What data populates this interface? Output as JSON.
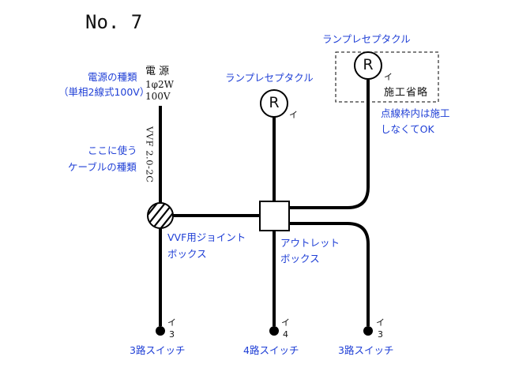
{
  "title": "No. 7",
  "power": {
    "label": "電 源",
    "spec_phase": "1φ2W",
    "spec_voltage": "100V",
    "note_type": "電源の種類",
    "note_detail": "（単相2線式100V）"
  },
  "cable": {
    "label": "VVF 2.0-2C",
    "note_line1": "ここに使う",
    "note_line2": "ケーブルの種類"
  },
  "lamp_left": {
    "caption": "ランプレセプタクル",
    "symbol": "R",
    "tag": "イ"
  },
  "lamp_right": {
    "caption": "ランプレセプタクル",
    "symbol": "R",
    "tag": "イ",
    "omit_label": "施工省略",
    "note_line1": "点線枠内は施工",
    "note_line2": "しなくてOK"
  },
  "joint_box": {
    "label_line1": "VVF用ジョイント",
    "label_line2": "ボックス"
  },
  "outlet_box": {
    "label_line1": "アウトレット",
    "label_line2": "ボックス"
  },
  "switches": [
    {
      "tag": "イ",
      "number": "3",
      "caption": "3路スイッチ"
    },
    {
      "tag": "イ",
      "number": "4",
      "caption": "4路スイッチ"
    },
    {
      "tag": "イ",
      "number": "3",
      "caption": "3路スイッチ"
    }
  ],
  "colors": {
    "annotation": "#1f3fd6",
    "line": "#000000"
  }
}
